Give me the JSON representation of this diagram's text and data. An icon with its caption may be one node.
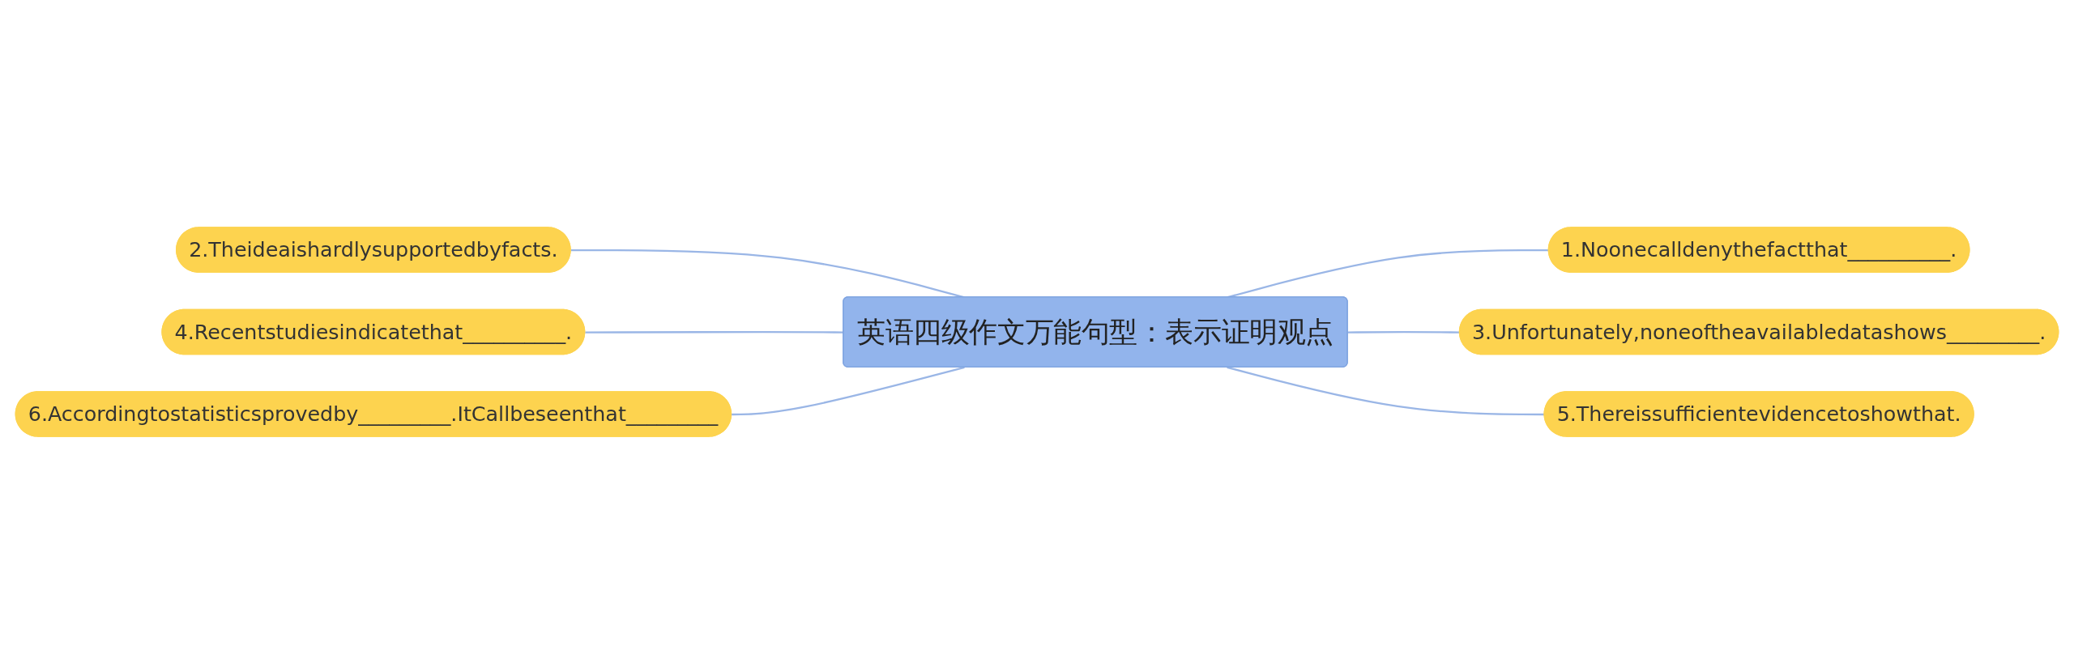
{
  "diagram": {
    "nodes": [
      {
        "text": [
          "英语四级作文万能句型：表示证明观点"
        ]
      },
      {
        "text": [
          "1.Noonecalldenythefactthat__________."
        ]
      },
      {
        "text": [
          "2.Theideaishardlysupportedbyfacts."
        ]
      },
      {
        "text": [
          "3.Unfortunately,noneoftheavailabledatashows_________."
        ]
      },
      {
        "text": [
          "4.Recentstudiesindicatethat__________."
        ]
      },
      {
        "text": [
          "5.Thereissufficientevidencetoshowthat."
        ]
      },
      {
        "text": [
          "6.Accordingtostatisticsprovedby_________.ItCallbeseenthat_________"
        ]
      }
    ],
    "edges": [
      {
        "from": 0,
        "to": 1,
        "arrow": "none"
      },
      {
        "from": 0,
        "to": 2,
        "arrow": "none"
      },
      {
        "from": 0,
        "to": 3,
        "arrow": "none"
      },
      {
        "from": 0,
        "to": 4,
        "arrow": "none"
      },
      {
        "from": 0,
        "to": 5,
        "arrow": "none"
      },
      {
        "from": 0,
        "to": 6,
        "arrow": "none"
      }
    ]
  }
}
